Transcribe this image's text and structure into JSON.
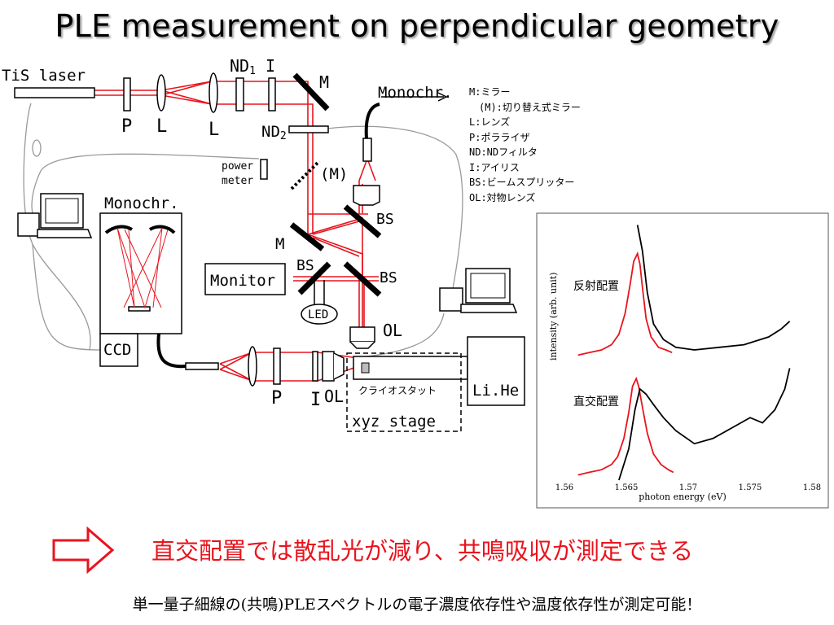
{
  "title": "PLE measurement on perpendicular geometry",
  "labels": {
    "tis_laser": "TiS laser",
    "nd1": "ND",
    "nd1_sub": "1",
    "iris_top": "I",
    "mirror_top": "M",
    "monochr_top": "Monochr.",
    "p_top": "P",
    "l1": "L",
    "l2": "L",
    "nd2": "ND",
    "nd2_sub": "2",
    "power": "power",
    "meter": "meter",
    "m_switch": "(M)",
    "bs1": "BS",
    "monochr_box": "Monochr.",
    "m_mid": "M",
    "monitor": "Monitor",
    "bs2": "BS",
    "bs3": "BS",
    "led": "LED",
    "ol_top": "OL",
    "ccd": "CCD",
    "p_bottom": "P",
    "i_bottom": "I",
    "ol_bottom": "OL",
    "cryostat": "クライオスタット",
    "lihe": "Li.He",
    "xyz_stage": "xyz stage"
  },
  "legend": [
    "M:ミラー",
    "　(M):切り替え式ミラー",
    "L:レンズ",
    "P:ポラライザ",
    "ND:NDフィルタ",
    "I:アイリス",
    "BS:ビームスプリッター",
    "OL:対物レンズ"
  ],
  "colors": {
    "laser": "#e8141e",
    "conclusion": "#e8141e",
    "fiber": "#999999"
  },
  "chart_data": {
    "type": "line",
    "xlabel": "photon energy (eV)",
    "ylabel": "intensity (arb. unit)",
    "xlim": [
      1.56,
      1.58
    ],
    "ticks": [
      "1.56",
      "1.565",
      "1.57",
      "1.575",
      "1.58"
    ],
    "annotations": [
      "反射配置",
      "直交配置"
    ],
    "series": [
      {
        "color": "#e8141e",
        "x": [
          1.5611,
          1.562,
          1.563,
          1.5638,
          1.5644,
          1.5649,
          1.5653,
          1.5656,
          1.5659,
          1.5661,
          1.5663,
          1.5666,
          1.567,
          1.5676,
          1.5682,
          1.5687
        ],
        "y": [
          0.48,
          0.49,
          0.5,
          0.52,
          0.56,
          0.64,
          0.75,
          0.84,
          0.87,
          0.83,
          0.74,
          0.62,
          0.55,
          0.51,
          0.5,
          0.49
        ]
      },
      {
        "color": "#000000",
        "x": [
          1.5659,
          1.5663,
          1.5667,
          1.5672,
          1.568,
          1.569,
          1.5705,
          1.5725,
          1.5745,
          1.5765,
          1.5775,
          1.5782
        ],
        "y": [
          0.98,
          0.88,
          0.72,
          0.6,
          0.54,
          0.51,
          0.5,
          0.51,
          0.52,
          0.55,
          0.58,
          0.61
        ]
      },
      {
        "color": "#e8141e",
        "x": [
          1.5611,
          1.562,
          1.563,
          1.5638,
          1.5643,
          1.5648,
          1.5652,
          1.5655,
          1.5658,
          1.566,
          1.5663,
          1.5667,
          1.5672,
          1.5678,
          1.5684,
          1.5688
        ],
        "y": [
          0.02,
          0.03,
          0.04,
          0.06,
          0.09,
          0.16,
          0.26,
          0.36,
          0.39,
          0.36,
          0.28,
          0.18,
          0.1,
          0.06,
          0.04,
          0.03
        ]
      },
      {
        "color": "#000000",
        "x": [
          1.5644,
          1.5652,
          1.5657,
          1.5661,
          1.5666,
          1.5672,
          1.568,
          1.569,
          1.5705,
          1.572,
          1.5735,
          1.575,
          1.576,
          1.577,
          1.5778,
          1.5782
        ],
        "y": [
          0.0,
          0.12,
          0.27,
          0.35,
          0.33,
          0.29,
          0.24,
          0.19,
          0.14,
          0.16,
          0.2,
          0.24,
          0.22,
          0.27,
          0.35,
          0.43
        ]
      }
    ]
  },
  "conclusion": "直交配置では散乱光が減り、共鳴吸収が測定できる",
  "note": "単一量子細線の(共鳴)PLEスペクトルの電子濃度依存性や温度依存性が測定可能！"
}
